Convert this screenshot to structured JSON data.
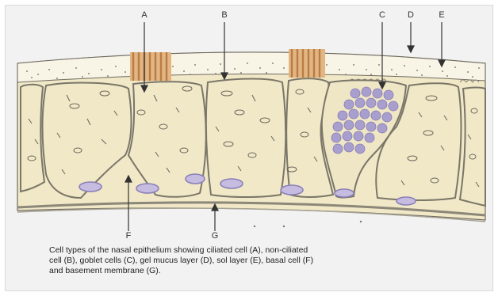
{
  "labels": {
    "A": "A",
    "B": "B",
    "C": "C",
    "D": "D",
    "E": "E",
    "F": "F",
    "G": "G"
  },
  "caption": {
    "line1": "Cell types of the nasal epithelium showing ciliated cell (A), non-ciliated",
    "line2": "cell (B), goblet cells (C), gel mucus layer (D), sol layer (E), basal cell (F)",
    "line3": "and basement membrane (G)."
  },
  "colors": {
    "cytoplasm": "#f1e8c8",
    "mucus_layer": "#f8f4e6",
    "cilia": "#d9a36f",
    "nucleus": "#c6bce0",
    "goblet_granule": "#a89fcf",
    "outline": "#6e6a5e",
    "membrane": "#8b8779"
  }
}
